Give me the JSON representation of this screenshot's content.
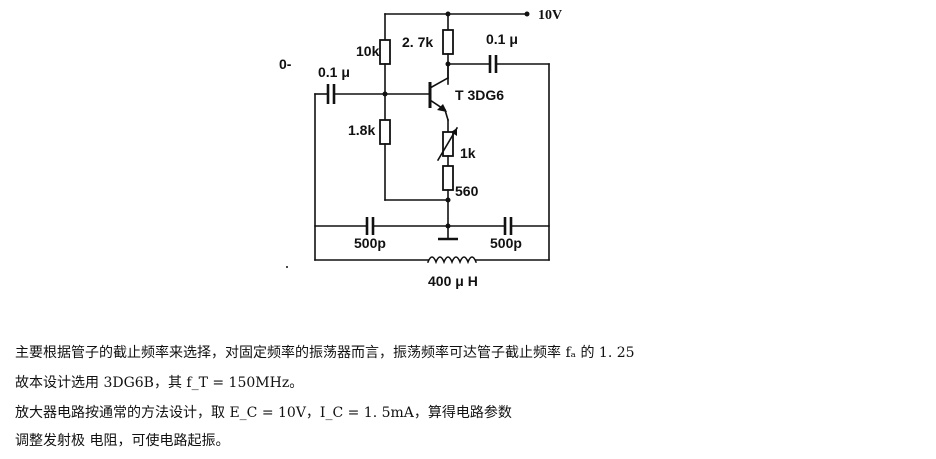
{
  "diagram": {
    "supply_label": "10V",
    "input_label": "0-",
    "components": {
      "r_bias_top": "10k",
      "r_collector": "2. 7k",
      "c_output": "0.1 μ",
      "c_input": "0.1 μ",
      "transistor": "T  3DG6",
      "r_bias_bottom": "1.8k",
      "pot_emitter": "1k",
      "r_emitter": "560",
      "c_left": "500p",
      "c_right": "500p",
      "inductor": "400 μ H"
    }
  },
  "notes": [
    "主要根据管子的截止频率来选择，对固定频率的振荡器而言，振荡频率可达管子截止频率 fₐ 的 1. 25",
    "故本设计选用 3DG6B，其 f_T = 150MHz。",
    "放大器电路按通常的方法设计，取 E_C = 10V，I_C = 1. 5mA，算得电路参数",
    "调整发射极 电阻，可使电路起振。"
  ]
}
